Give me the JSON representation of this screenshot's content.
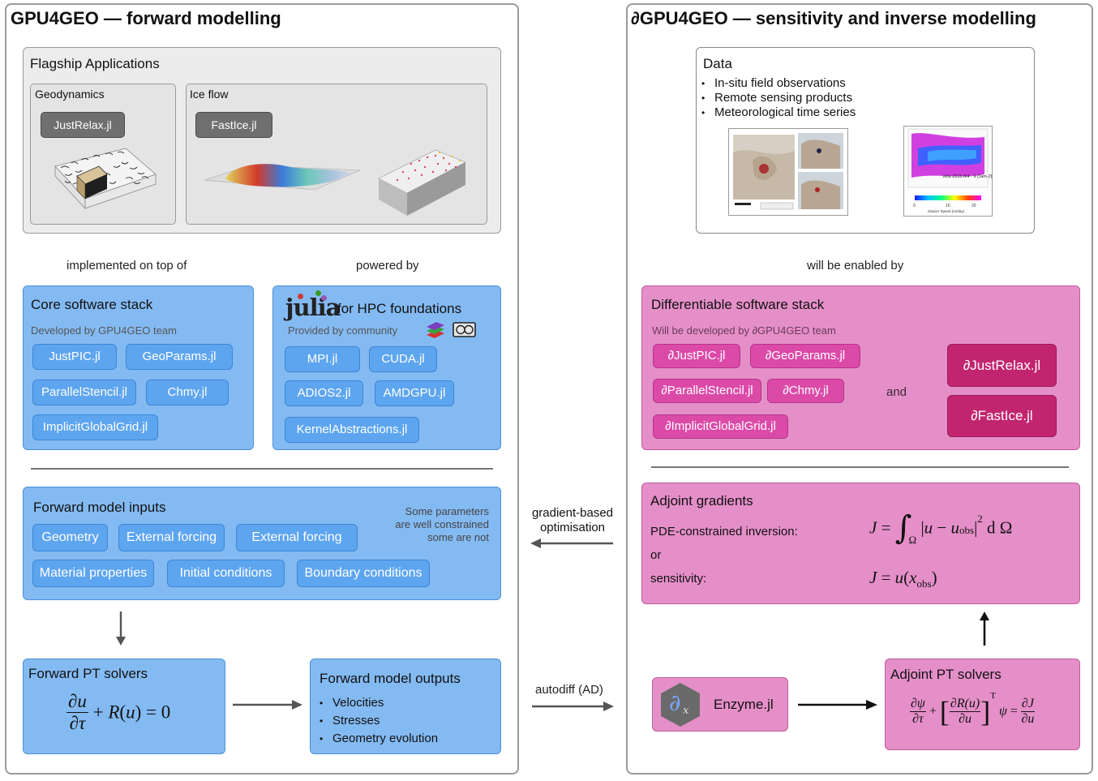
{
  "left_title": "GPU4GEO — forward modelling",
  "right_title": "∂GPU4GEO — sensitivity and inverse modelling",
  "flagship": {
    "title": "Flagship Applications",
    "geodynamics": {
      "label": "Geodynamics",
      "pkg": "JustRelax.jl"
    },
    "iceflow": {
      "label": "Ice flow",
      "pkg": "FastIce.jl"
    }
  },
  "connectors": {
    "implemented": "implemented on top of",
    "powered": "powered by",
    "enabled": "will be enabled by",
    "gradient": [
      "gradient-based",
      "optimisation"
    ],
    "autodiff": "autodiff  (AD)"
  },
  "core_stack": {
    "title": "Core software stack",
    "subtitle": "Developed by GPU4GEO team",
    "items": [
      "JustPIC.jl",
      "GeoParams.jl",
      "ParallelStencil.jl",
      "Chmy.jl",
      "ImplicitGlobalGrid.jl"
    ]
  },
  "julia_stack": {
    "logo": "julia",
    "title": "for HPC foundations",
    "subtitle": "Provided by community",
    "items": [
      "MPI.jl",
      "CUDA.jl",
      "ADIOS2.jl",
      "AMDGPU.jl",
      "KernelAbstractions.jl"
    ]
  },
  "forward_inputs": {
    "title": "Forward model inputs",
    "note": [
      "Some parameters",
      "are well constrained",
      "some are not"
    ],
    "items": [
      "Geometry",
      "External forcing",
      "External forcing",
      "Material properties",
      "Initial conditions",
      "Boundary conditions"
    ]
  },
  "pt_solvers": {
    "title": "Forward PT solvers"
  },
  "forward_outputs": {
    "title": "Forward model outputs",
    "items": [
      "Velocities",
      "Stresses",
      "Geometry evolution"
    ]
  },
  "data": {
    "title": "Data",
    "items": [
      "In-situ field observations",
      "Remote sensing products",
      "Meteorological time series"
    ],
    "map_caption": "Vela 2015 8/4 - 9 (Sen-2)",
    "map_ticks": [
      "0",
      "10",
      "20"
    ],
    "map_scale_label": "Glacier Speed (m/day)"
  },
  "diff_stack": {
    "title": "Differentiable software stack",
    "subtitle": "Will be developed by ∂GPU4GEO team",
    "items": [
      "∂JustPIC.jl",
      "∂GeoParams.jl",
      "∂ParallelStencil.jl",
      "∂Chmy.jl",
      "∂ImplicitGlobalGrid.jl"
    ],
    "and": "and",
    "apps": [
      "∂JustRelax.jl",
      "∂FastIce.jl"
    ]
  },
  "adjoint_gradients": {
    "title": "Adjoint gradients",
    "pde": "PDE-constrained inversion:",
    "or": "or",
    "sens": "sensitivity:"
  },
  "enzyme": {
    "label": "Enzyme.jl"
  },
  "adjoint_solvers": {
    "title": "Adjoint PT solvers"
  },
  "colors": {
    "blue": "#84baf2",
    "blue_pill": "#5ea5f0",
    "pink": "#e58fc9",
    "pink_pill": "#dc4aa8",
    "dark_pink": "#c2256f"
  }
}
